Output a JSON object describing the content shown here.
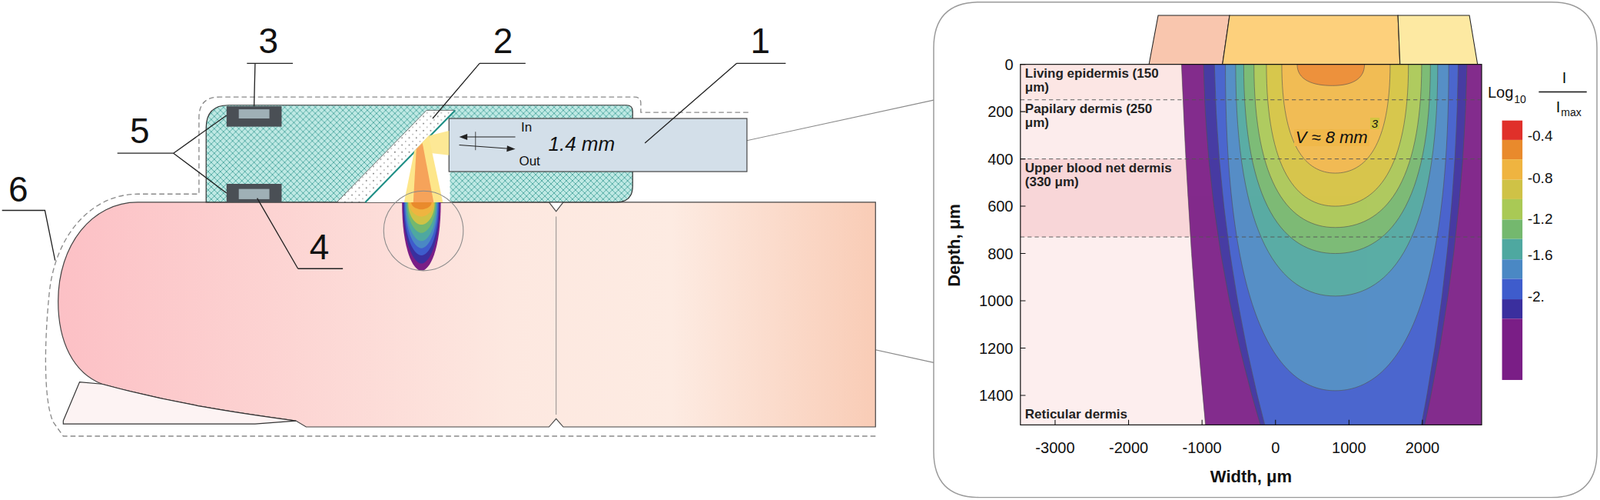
{
  "diagram": {
    "nodes": [
      {
        "text": [
          "Living epidermis (150 μm)"
        ]
      },
      {
        "text": [
          "Papilary dermis (250 μm)"
        ]
      },
      {
        "text": [
          "Upper blood net dermis (330 μm)"
        ]
      },
      {
        "text": [
          "Reticular dermis"
        ]
      }
    ],
    "labels": [
      "3",
      "2",
      "1",
      "5",
      "In",
      "1.4 mm",
      "Out",
      "4",
      "6",
      "Depth, μm",
      "0",
      "200",
      "400",
      "600",
      "800",
      "1000",
      "1200",
      "1400",
      "V ≈ 8 mm",
      "3",
      "Log",
      "10",
      "I",
      "I",
      "max",
      "-0.4",
      "-0.8",
      "-1.2",
      "-1.6",
      "-2.",
      "-3000",
      "-2000",
      "-1000",
      "0",
      "1000",
      "2000",
      "Width, μm"
    ]
  }
}
